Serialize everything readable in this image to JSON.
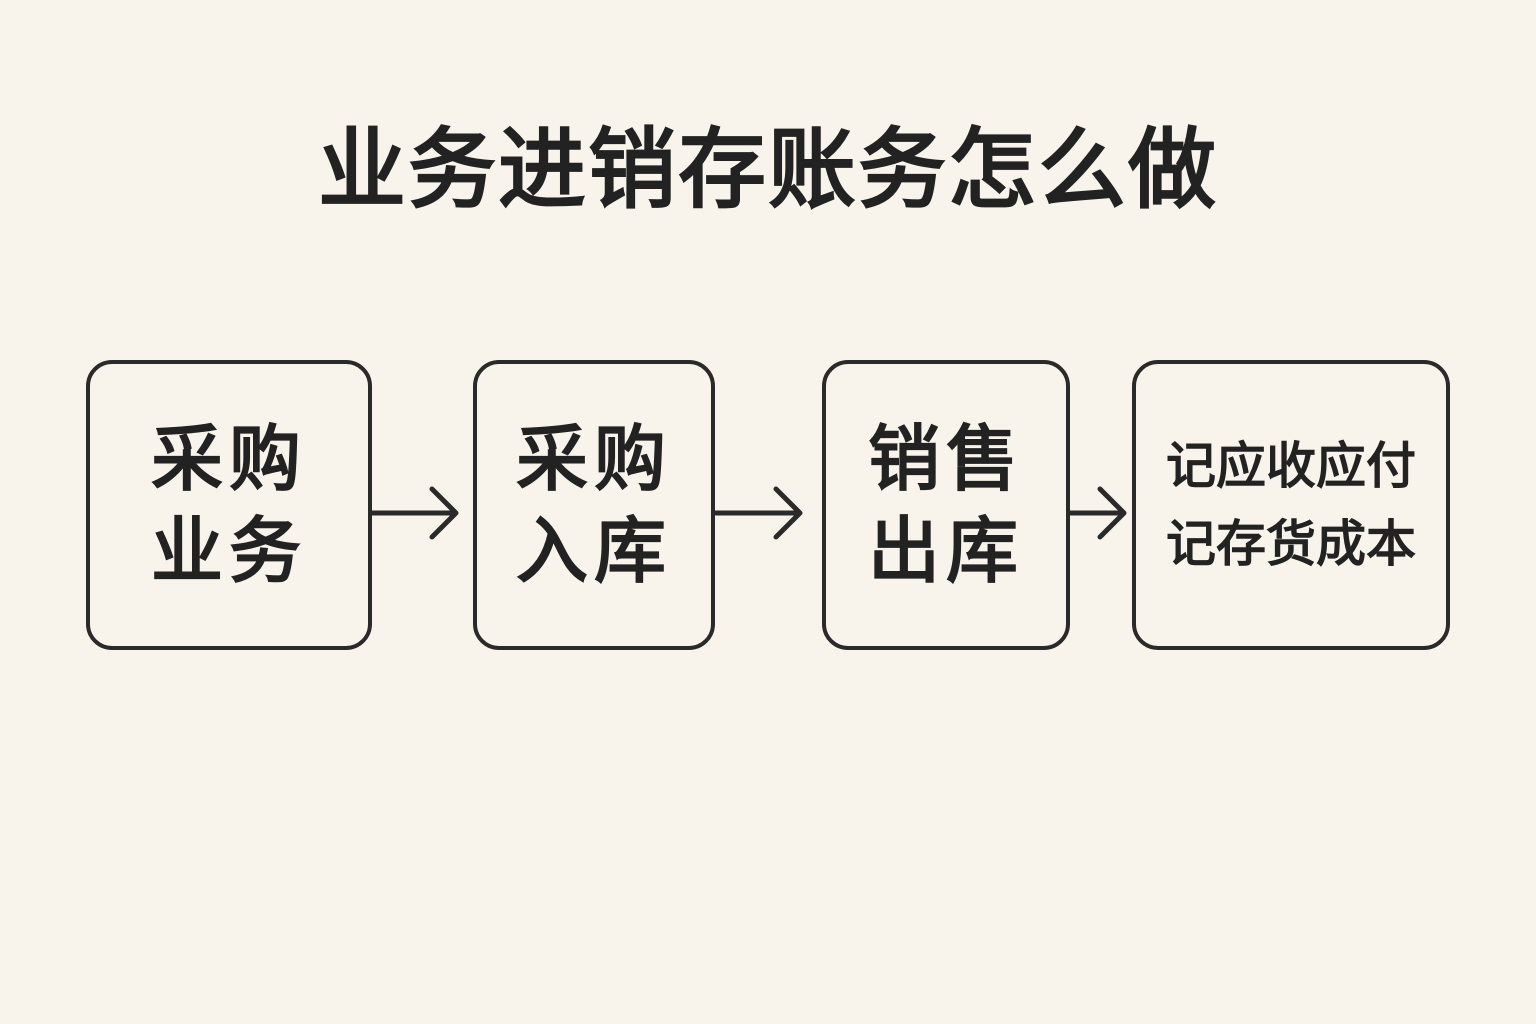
{
  "title": "业务进销存账务怎么做",
  "steps": [
    {
      "lines": [
        "采购",
        "业务"
      ]
    },
    {
      "lines": [
        "采购",
        "入库"
      ]
    },
    {
      "lines": [
        "销售",
        "出库"
      ]
    },
    {
      "lines": [
        "记应收应付",
        "记存货成本"
      ]
    }
  ],
  "colors": {
    "background": "#f8f4eb",
    "stroke": "#2a2a2a",
    "text": "#222222"
  }
}
